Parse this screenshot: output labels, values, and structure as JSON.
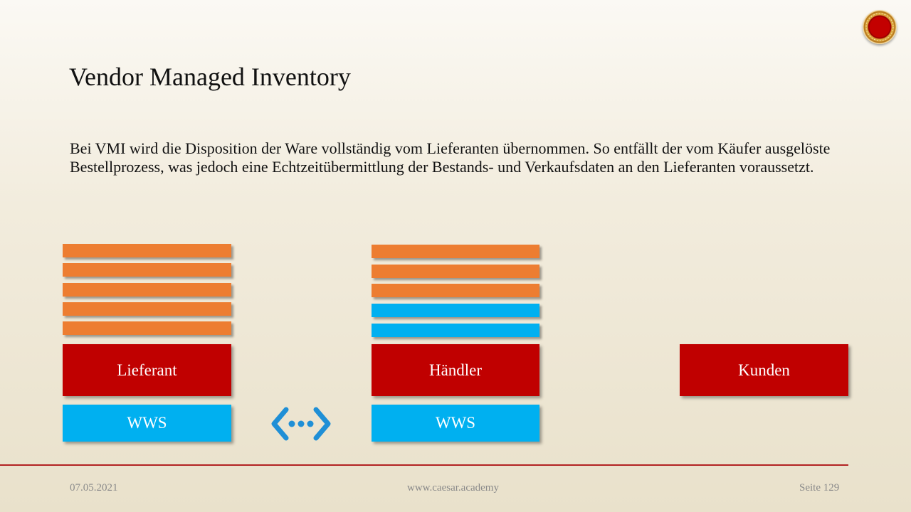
{
  "slide": {
    "title": "Vendor Managed Inventory",
    "body": "Bei VMI wird die Disposition der Ware vollständig vom Lieferanten übernommen. So entfällt der vom Käufer ausgelöste Bestellprozess, was jedoch eine Echtzeitübermittlung der Bestands- und Verkaufsdaten an den Lieferanten voraussetzt."
  },
  "diagram": {
    "lieferant_label": "Lieferant",
    "haendler_label": "Händler",
    "kunden_label": "Kunden",
    "wws_left_label": "WWS",
    "wws_right_label": "WWS",
    "connector_icon": "bidirectional-data-exchange-icon"
  },
  "footer": {
    "date": "07.05.2021",
    "website": "www.caesar.academy",
    "page": "Seite 129"
  },
  "colors": {
    "orange": "#ed7d31",
    "blue": "#00b0f0",
    "red": "#c00000",
    "divider": "#b22222"
  }
}
